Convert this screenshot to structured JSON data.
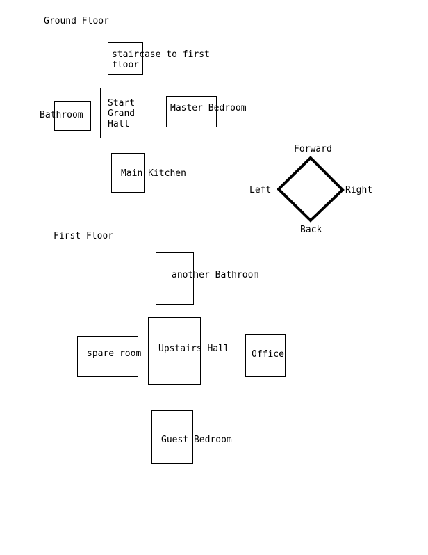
{
  "ground_floor": {
    "title": "Ground Floor",
    "rooms": {
      "staircase": "staircase to first\nfloor",
      "bathroom": "Bathroom",
      "grand_hall": "Start\nGrand\nHall",
      "master_bedroom": "Master Bedroom",
      "kitchen": "Main Kitchen"
    }
  },
  "first_floor": {
    "title": "First Floor",
    "rooms": {
      "another_bathroom": "another Bathroom",
      "upstairs_hall": "Upstairs Hall",
      "spare_room": "spare room",
      "office": "Office",
      "guest_bedroom": "Guest Bedroom"
    }
  },
  "compass": {
    "forward": "Forward",
    "back": "Back",
    "left": "Left",
    "right": "Right"
  }
}
